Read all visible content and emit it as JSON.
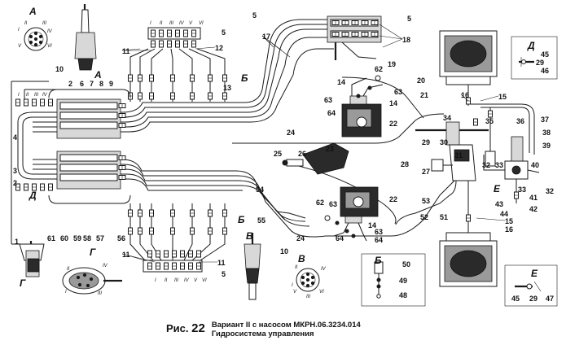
{
  "caption": {
    "figure_label": "Рис.",
    "figure_number": "22",
    "line1": "Вариант II с насосом МКРН.06.3234.014",
    "line2": "Гидросистема управления"
  },
  "view_letters": [
    "А",
    "А",
    "Б",
    "Б",
    "Б",
    "Д",
    "Д",
    "В",
    "В",
    "Г",
    "Г",
    "Е",
    "Е",
    "Е"
  ],
  "roman_numerals": [
    "I",
    "II",
    "III",
    "IV",
    "V",
    "VI"
  ],
  "callouts": [
    "1",
    "2",
    "3",
    "4",
    "5",
    "6",
    "7",
    "8",
    "9",
    "10",
    "11",
    "12",
    "13",
    "14",
    "15",
    "16",
    "17",
    "18",
    "19",
    "20",
    "21",
    "22",
    "23",
    "24",
    "25",
    "26",
    "27",
    "28",
    "29",
    "30",
    "31",
    "32",
    "33",
    "34",
    "35",
    "36",
    "37",
    "38",
    "39",
    "40",
    "41",
    "42",
    "43",
    "44",
    "45",
    "46",
    "47",
    "48",
    "49",
    "50",
    "51",
    "52",
    "53",
    "54",
    "55",
    "56",
    "57",
    "58",
    "59",
    "60",
    "61",
    "62",
    "63",
    "64"
  ]
}
